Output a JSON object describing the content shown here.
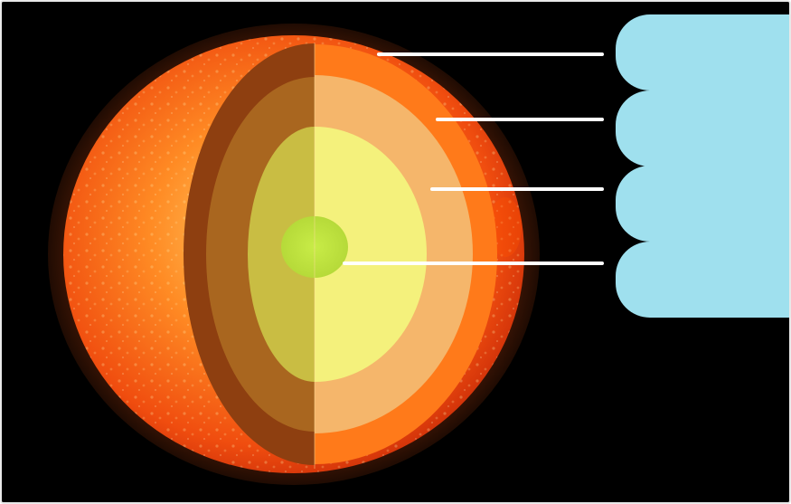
{
  "diagram": {
    "layers": [
      {
        "id": "outer-shell",
        "color": "#ff7a1a"
      },
      {
        "id": "upper-middle-layer",
        "color": "#f5b66b"
      },
      {
        "id": "inner-middle-layer",
        "color": "#f4f17c"
      },
      {
        "id": "core",
        "color": "#b7e13f"
      }
    ],
    "label_boxes": [
      {
        "text": ""
      },
      {
        "text": ""
      },
      {
        "text": ""
      },
      {
        "text": ""
      }
    ],
    "colors": {
      "background": "#000000",
      "label_box": "#9fe0ee",
      "leader_line": "#ffffff"
    }
  }
}
